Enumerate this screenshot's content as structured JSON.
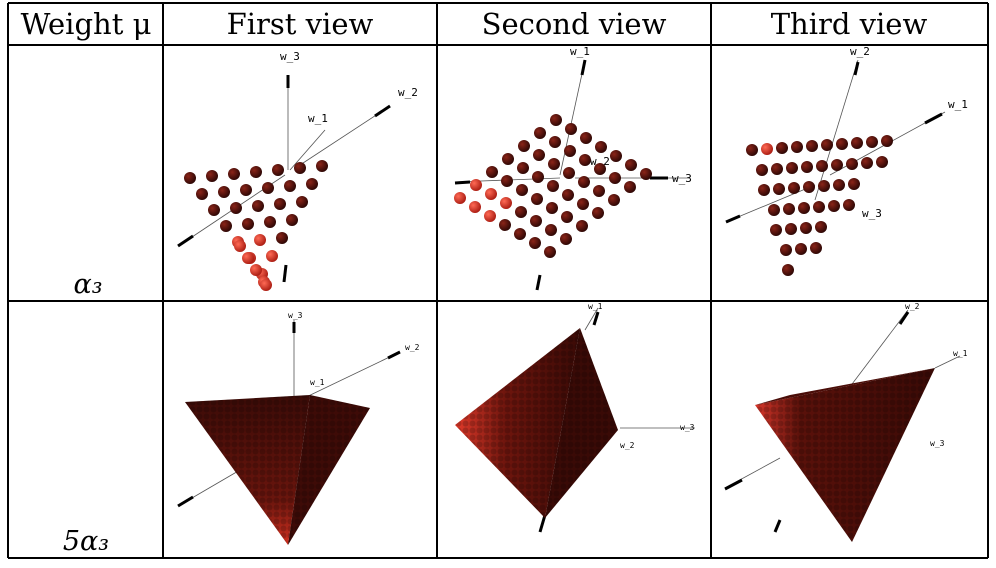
{
  "table": {
    "headers": [
      "Weight μ",
      "First view",
      "Second view",
      "Third view"
    ],
    "rows": [
      {
        "weight": "α₃",
        "axis_label_style": "w_1, w_2, w_3"
      },
      {
        "weight": "5α₃"
      }
    ]
  },
  "axes": {
    "w1": "w_1",
    "w2": "w_2",
    "w3": "w_3"
  },
  "colors": {
    "sphere_dark": "#3a0a06",
    "sphere_mid": "#6b140c",
    "sphere_light": "#e2382a",
    "grid": "#000000"
  }
}
